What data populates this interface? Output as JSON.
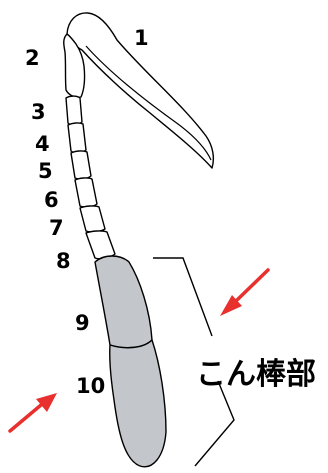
{
  "segment_labels": [
    "1",
    "2",
    "3",
    "4",
    "5",
    "6",
    "7",
    "8",
    "9",
    "10"
  ],
  "club_label": "こん棒部",
  "colors": {
    "club_fill": "#c3c6ca",
    "arrow": "#e8302e",
    "line": "#000000"
  },
  "icons": {
    "arrow": "red-arrow-icon",
    "bracket": "bracket-icon"
  }
}
